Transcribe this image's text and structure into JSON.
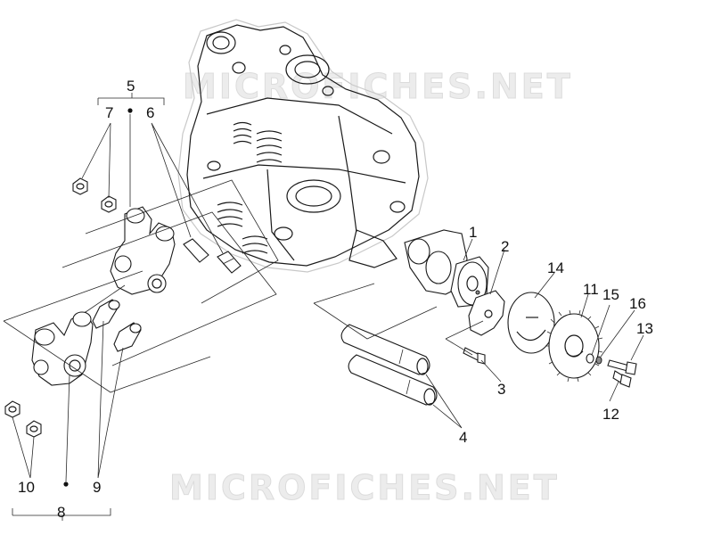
{
  "watermarks": [
    "MICROFICHES.NET",
    "MICROFICHES.NET"
  ],
  "callouts": {
    "c1": "1",
    "c2": "2",
    "c3": "3",
    "c4": "4",
    "c5": "5",
    "c6": "6",
    "c7": "7",
    "c8": "8",
    "c9": "9",
    "c10": "10",
    "c11": "11",
    "c12": "12",
    "c13": "13",
    "c14": "14",
    "c15": "15",
    "c16": "16"
  }
}
